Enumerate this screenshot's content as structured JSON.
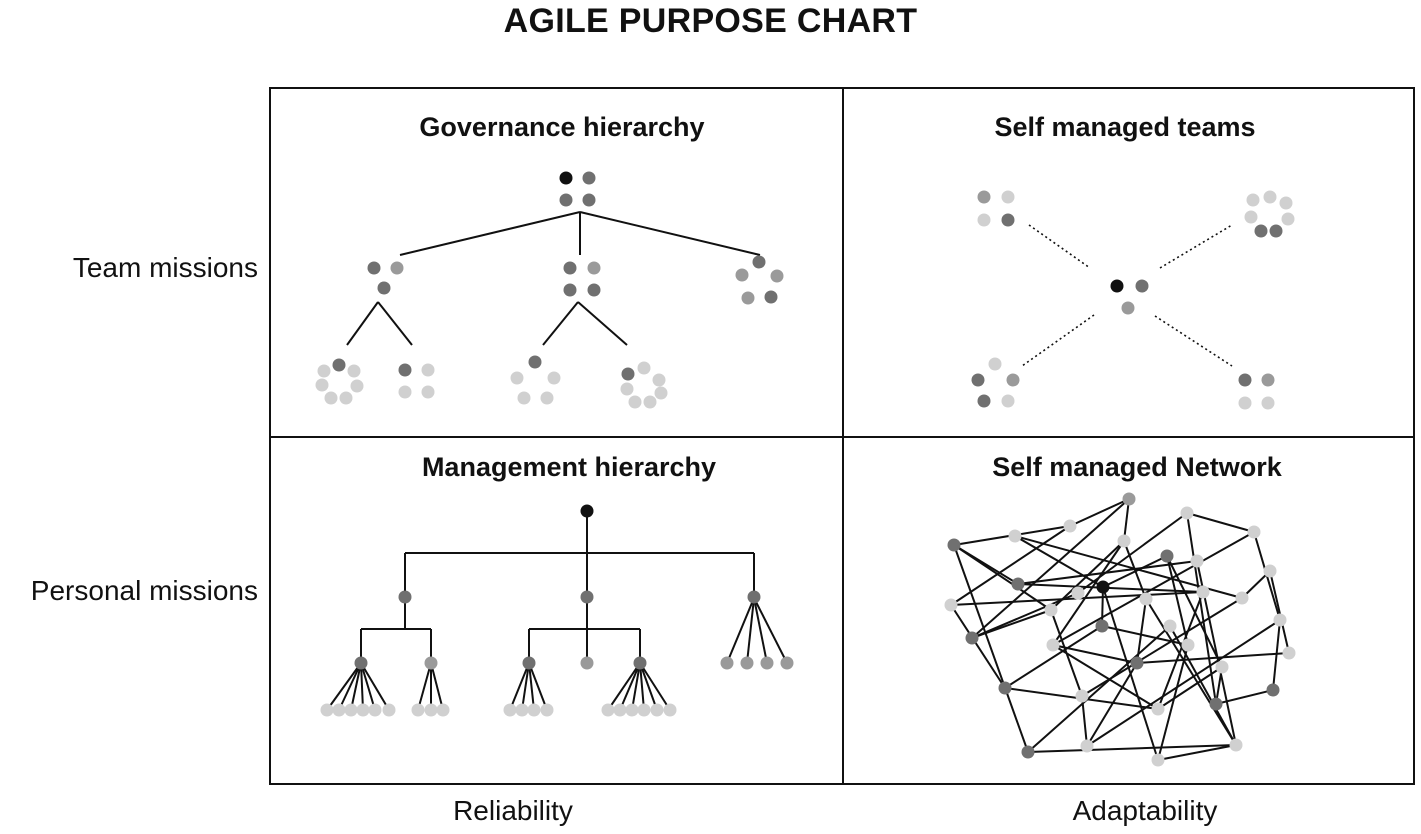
{
  "title": "AGILE PURPOSE CHART",
  "rows": {
    "top": "Team missions",
    "bottom": "Personal missions"
  },
  "columns": {
    "left": "Reliability",
    "right": "Adaptability"
  },
  "quadrants": {
    "top_left": "Governance hierarchy",
    "top_right": "Self managed teams",
    "bottom_left": "Management hierarchy",
    "bottom_right": "Self managed Network"
  },
  "colors": {
    "border": "#111111",
    "node_black": "#111111",
    "node_dark": "#707070",
    "node_mid": "#9a9a9a",
    "node_light": "#d0d0d0"
  }
}
